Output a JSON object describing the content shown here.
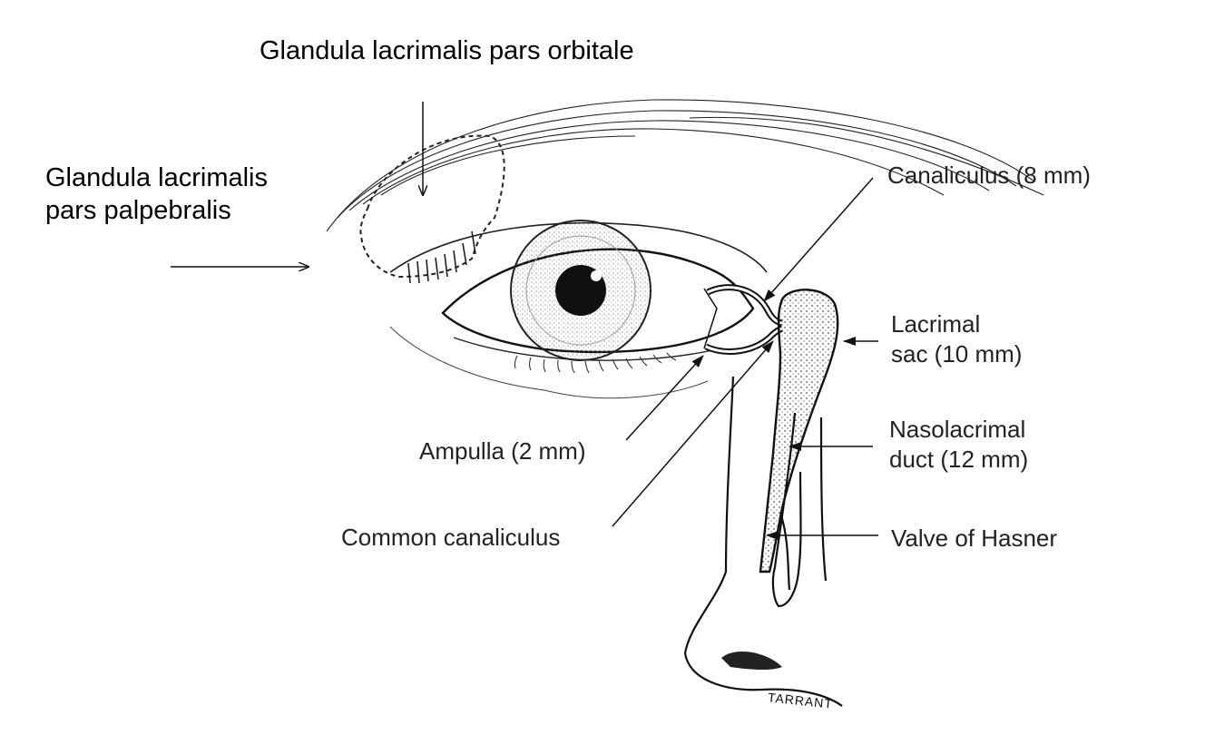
{
  "labels": {
    "orbitale": "Glandula lacrimalis pars orbitale",
    "palpebralis_line1": "Glandula lacrimalis",
    "palpebralis_line2": "pars palpebralis",
    "canaliculus": "Canaliculus (8 mm)",
    "lacrimal_sac_line1": "Lacrimal",
    "lacrimal_sac_line2": "sac (10 mm)",
    "nasolacrimal_line1": "Nasolacrimal",
    "nasolacrimal_line2": "duct (12 mm)",
    "valve": "Valve of Hasner",
    "ampulla": "Ampulla (2 mm)",
    "common_canaliculus": "Common canaliculus"
  },
  "signature": "TARRANT",
  "colors": {
    "ink": "#1a1a1a",
    "sac_fill": "#9a9a9a",
    "background": "#ffffff"
  }
}
